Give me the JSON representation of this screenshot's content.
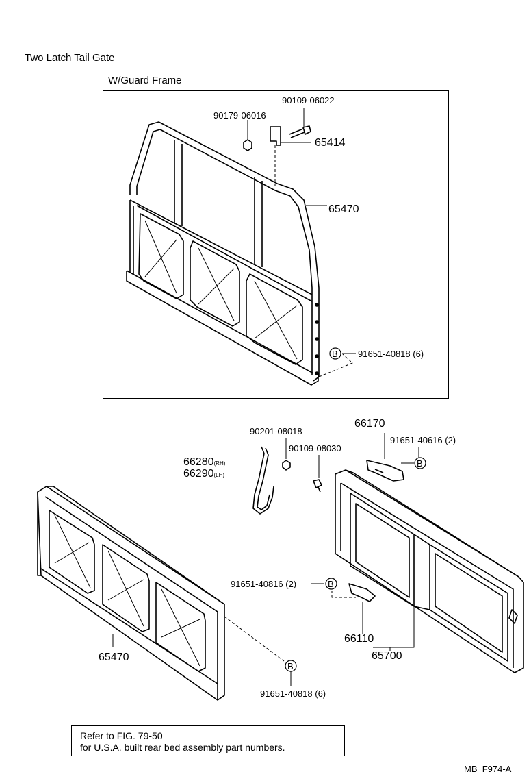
{
  "title": "Two Latch Tail Gate",
  "subtitle": "W/Guard Frame",
  "parts": {
    "p_90109_06022": "90109-06022",
    "p_90179_06016": "90179-06016",
    "p_65414": "65414",
    "p_65470_top": "65470",
    "p_91651_40818_top": "91651-40818 (6)",
    "p_66170": "66170",
    "p_90201_08018": "90201-08018",
    "p_91651_40616": "91651-40616 (2)",
    "p_90109_08030": "90109-08030",
    "p_66280": "66280",
    "p_66280_side": "(RH)",
    "p_66290": "66290",
    "p_66290_side": "(LH)",
    "p_91651_40816": "91651-40816 (2)",
    "p_66110": "66110",
    "p_65700": "65700",
    "p_65470_bottom": "65470",
    "p_91651_40818_bottom": "91651-40818 (6)"
  },
  "marker": "B",
  "note": {
    "line1": "Refer to FIG. 79-50",
    "line2": "for U.S.A. built rear bed assembly part numbers."
  },
  "footer_code": "MB  F974-A"
}
